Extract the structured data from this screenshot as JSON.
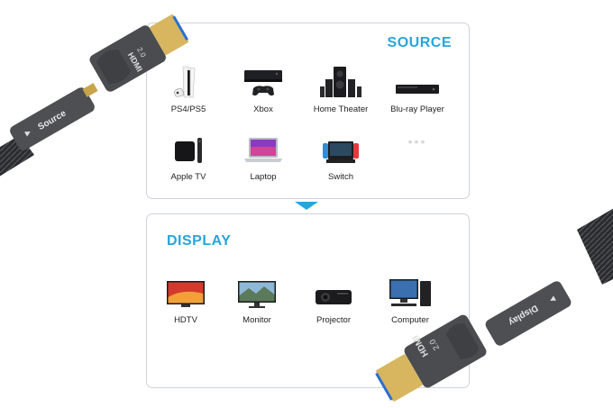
{
  "source": {
    "title": "SOURCE",
    "devices": [
      "PS4/PS5",
      "Xbox",
      "Home Theater",
      "Blu-ray Player",
      "Apple TV",
      "Laptop",
      "Switch"
    ],
    "more": "•••"
  },
  "display": {
    "title": "DISPLAY",
    "devices": [
      "HDTV",
      "Monitor",
      "Projector",
      "Computer"
    ]
  },
  "cables": {
    "top_label": "Source",
    "bottom_label": "Display",
    "plug_text": "HDMI",
    "version": "2.0"
  },
  "colors": {
    "accent": "#27a5dc",
    "plug_gold": "#d8b660",
    "housing": "#4d4f53",
    "braid": "#2b2c30"
  }
}
